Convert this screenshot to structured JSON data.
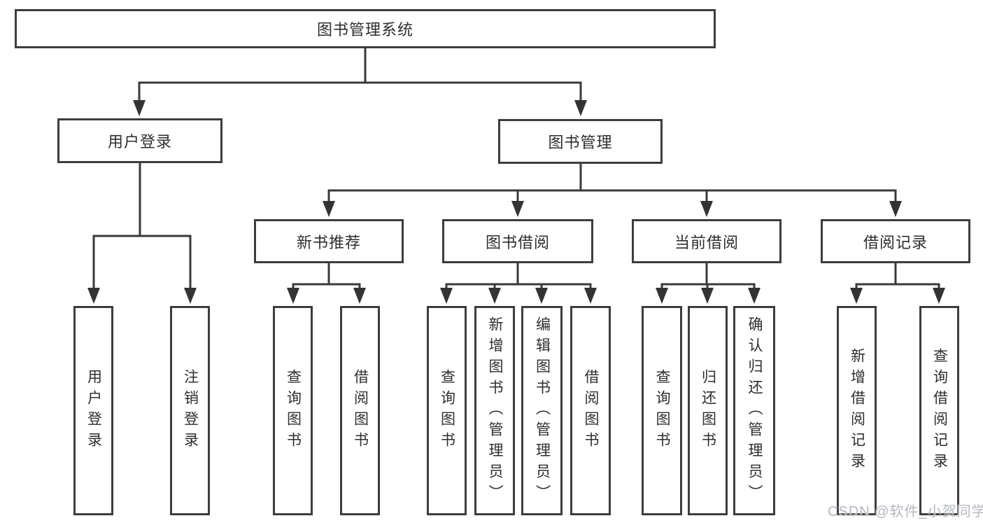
{
  "diagram_title": "图书管理系统",
  "colors": {
    "line": "#3a3a3a",
    "box_border": "#3d3d3d",
    "text": "#2e2e2e",
    "background": "#ffffff",
    "watermark": "#b0b4bc"
  },
  "watermark": {
    "text": "CSDN @软件_小贺同学"
  },
  "tree": {
    "root": {
      "label": "图书管理系统",
      "children": [
        {
          "label": "用户登录",
          "children": [
            {
              "label": "用户登录"
            },
            {
              "label": "注销登录"
            }
          ]
        },
        {
          "label": "图书管理",
          "children": [
            {
              "label": "新书推荐",
              "children": [
                {
                  "label": "查询图书"
                },
                {
                  "label": "借阅图书"
                }
              ]
            },
            {
              "label": "图书借阅",
              "children": [
                {
                  "label": "查询图书"
                },
                {
                  "label": "新增图书（管理员）"
                },
                {
                  "label": "编辑图书（管理员）"
                },
                {
                  "label": "借阅图书"
                }
              ]
            },
            {
              "label": "当前借阅",
              "children": [
                {
                  "label": "查询图书"
                },
                {
                  "label": "归还图书"
                },
                {
                  "label": "确认归还（管理员）"
                }
              ]
            },
            {
              "label": "借阅记录",
              "children": [
                {
                  "label": "新增借阅记录"
                },
                {
                  "label": "查询借阅记录"
                }
              ]
            }
          ]
        }
      ]
    }
  }
}
